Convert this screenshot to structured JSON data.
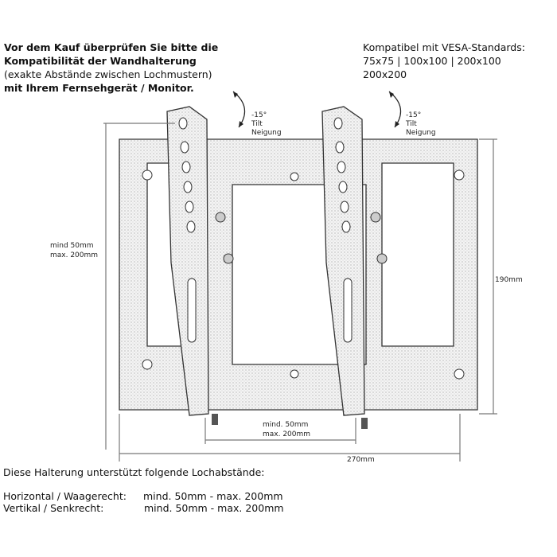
{
  "heading": {
    "line1": "Vor dem Kauf überprüfen Sie bitte die",
    "line2": "Kompatibilität der Wandhalterung",
    "line3": "(exakte Abstände zwischen Lochmustern)",
    "line4": "mit Ihrem Fernsehgerät / Monitor."
  },
  "vesa": {
    "title": "Kompatibel mit VESA-Standards:",
    "line1": "75x75 | 100x100 | 200x100",
    "line2": "200x200"
  },
  "tilt_left": {
    "angle": "-15°",
    "en": "Tilt",
    "de": "Neigung"
  },
  "tilt_right": {
    "angle": "-15°",
    "en": "Tilt",
    "de": "Neigung"
  },
  "dimensions": {
    "arm_vertical_min": "mind 50mm",
    "arm_vertical_max": "max. 200mm",
    "height": "190mm",
    "arm_horizontal_min": "mind. 50mm",
    "arm_horizontal_max": "max. 200mm",
    "width": "270mm"
  },
  "support": {
    "title": "Diese Halterung unterstützt folgende Lochabstände:",
    "horizontal_label": "Horizontal / Waagerecht:",
    "horizontal_value": "mind. 50mm - max. 200mm",
    "vertical_label": "Vertikal / Senkrecht:",
    "vertical_value": "mind. 50mm - max. 200mm"
  }
}
